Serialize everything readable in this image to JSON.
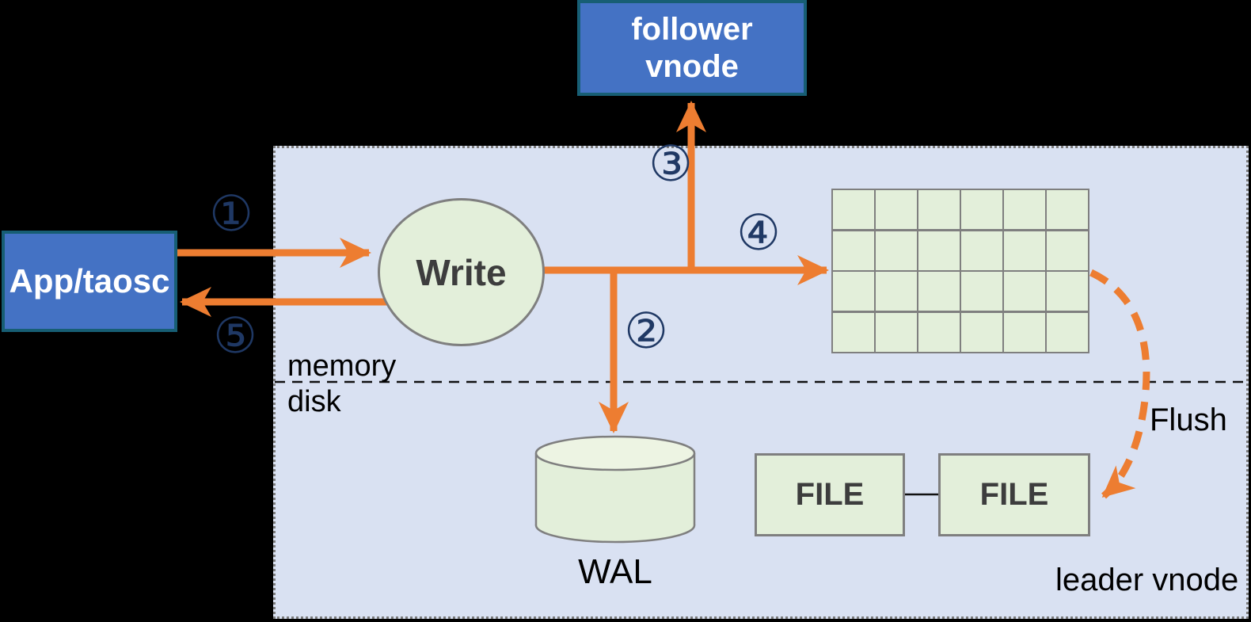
{
  "colors": {
    "background": "#000000",
    "container_fill": "#d9e1f2",
    "node_blue": "#4472c4",
    "node_blue_border": "#175e74",
    "shape_green": "#e3efda",
    "shape_border_gray": "#7f7f7f",
    "arrow_orange": "#ed7d31",
    "step_number_blue": "#1f3864",
    "text_dark": "#3d3d3d"
  },
  "nodes": {
    "follower_vnode": {
      "line1": "follower",
      "line2": "vnode"
    },
    "app_taosc": {
      "label": "App/taosc"
    },
    "write": {
      "label": "Write"
    },
    "wal": {
      "label": "WAL"
    },
    "file_left": {
      "label": "FILE"
    },
    "file_right": {
      "label": "FILE"
    }
  },
  "labels": {
    "memory": "memory",
    "disk": "disk",
    "flush": "Flush",
    "leader_vnode": "leader vnode"
  },
  "steps": {
    "step1": "①",
    "step2": "②",
    "step3": "③",
    "step4": "④",
    "step5": "⑤"
  },
  "grid": {
    "rows": 4,
    "cols": 6
  }
}
